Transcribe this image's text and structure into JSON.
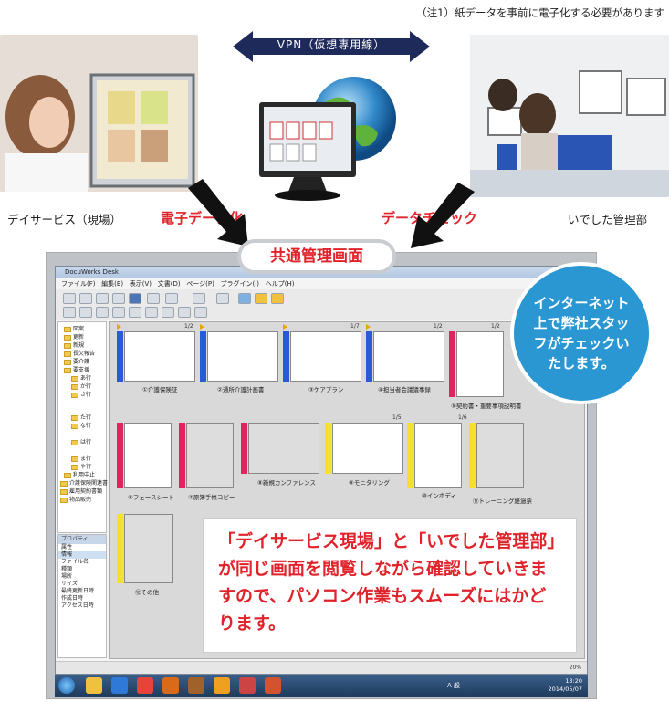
{
  "note": "（注1）紙データを事前に電子化する必要があります",
  "vpn_label": "VPN（仮想専用線）",
  "left_caption": "デイサービス（現場）",
  "right_caption": "いでした管理部",
  "left_action": "電子データ化",
  "right_action": "データチェック",
  "common_screen": "共通管理画面",
  "bubble_text": "インターネット上で弊社スタッフがチェックいたします。",
  "callout_text": "「デイサービス現場」と「いでした管理部」が同じ画面を閲覧しながら確認していきますので、パソコン作業もスムーズにはかどります。",
  "app": {
    "title": "DocuWorks Desk",
    "menu": [
      "ファイル(F)",
      "編集(E)",
      "表示(V)",
      "文書(D)",
      "ページ(P)",
      "プラグイン(I)",
      "ヘルプ(H)"
    ],
    "tree_items": [
      "図案",
      "更新",
      "新規",
      "長欠報告",
      "要介護",
      "要支援",
      "あ行",
      "か行",
      "さ行",
      "た行",
      "な行",
      "は行",
      "ま行",
      "や行",
      "利用中止"
    ],
    "tree_bottom": [
      "介護保険関連書",
      "雇用契約書類",
      "物品販売"
    ],
    "props_title": "プロパティ",
    "props_rows": [
      "属性",
      "情報",
      "ファイル名",
      "種類",
      "場所",
      "サイズ",
      "最終更新日時",
      "作成日時",
      "アクセス日時"
    ],
    "zoom": "20%",
    "clock_time": "13:20",
    "clock_date": "2014/05/07",
    "taskbar_lang": "A 般"
  },
  "docs": [
    {
      "label": "①介護保険証",
      "pages": "1/2",
      "spine": "#2b5ad6"
    },
    {
      "label": "②通所介護計画書",
      "pages": "",
      "spine": "#2b5ad6"
    },
    {
      "label": "③ケアプラン",
      "pages": "1/7",
      "spine": "#2b5ad6"
    },
    {
      "label": "④担当者会議議事録",
      "pages": "1/2",
      "spine": "#2b5ad6"
    },
    {
      "label": "⑤契約書・重要事項説明書",
      "pages": "1/2",
      "spine": "#e0245e"
    },
    {
      "label": "⑥フェースシート",
      "pages": "",
      "spine": "#e0245e"
    },
    {
      "label": "⑦原簿手帳コピー",
      "pages": "",
      "spine": "#e0245e"
    },
    {
      "label": "⑧新規カンファレンス",
      "pages": "",
      "spine": "#e0245e"
    },
    {
      "label": "⑨モニタリング",
      "pages": "1/5",
      "spine": "#f5e030"
    },
    {
      "label": "⑩インボディ",
      "pages": "1/6",
      "spine": "#f5e030"
    },
    {
      "label": "⑪トレーニング経過票",
      "pages": "",
      "spine": "#f5e030"
    },
    {
      "label": "⑫その他",
      "pages": "",
      "spine": "#f5e030"
    }
  ],
  "colors": {
    "accent_red": "#e0232a",
    "bubble_blue": "#2b97d2",
    "arrow_navy": "#1e2a5a"
  }
}
